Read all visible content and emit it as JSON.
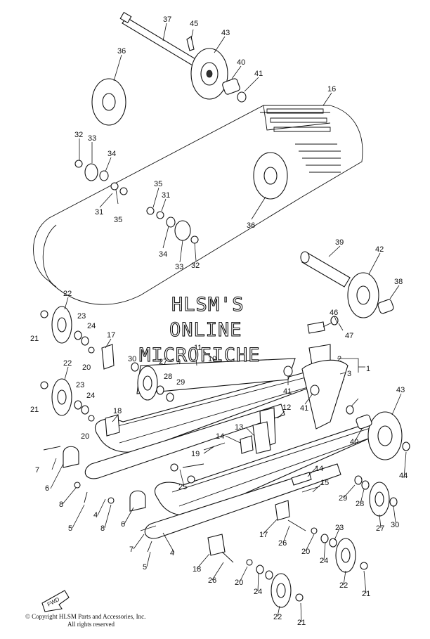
{
  "watermark": {
    "line1": "HLSM'S",
    "line2": "ONLINE",
    "line3": "MICROFICHE"
  },
  "fwd_label": "FWD",
  "copyright": {
    "line1": "© Copyright HLSM Parts and Accessories, Inc.",
    "line2": "All rights reserved"
  },
  "callouts": [
    "37",
    "45",
    "43",
    "36",
    "40",
    "41",
    "16",
    "32",
    "33",
    "34",
    "35",
    "31",
    "35",
    "31",
    "35",
    "36",
    "34",
    "33",
    "32",
    "39",
    "42",
    "38",
    "22",
    "23",
    "24",
    "21",
    "17",
    "46",
    "47",
    "2",
    "1",
    "3",
    "11",
    "30",
    "27",
    "10",
    "9",
    "28",
    "29",
    "41",
    "20",
    "22",
    "23",
    "24",
    "21",
    "41",
    "43",
    "18",
    "12",
    "13",
    "14",
    "40",
    "20",
    "44",
    "7",
    "6",
    "19",
    "14",
    "15",
    "8",
    "4",
    "25",
    "29",
    "28",
    "30",
    "5",
    "8",
    "6",
    "27",
    "7",
    "17",
    "26",
    "23",
    "4",
    "20",
    "24",
    "5",
    "18",
    "26",
    "20",
    "24",
    "22",
    "21",
    "22",
    "21"
  ]
}
